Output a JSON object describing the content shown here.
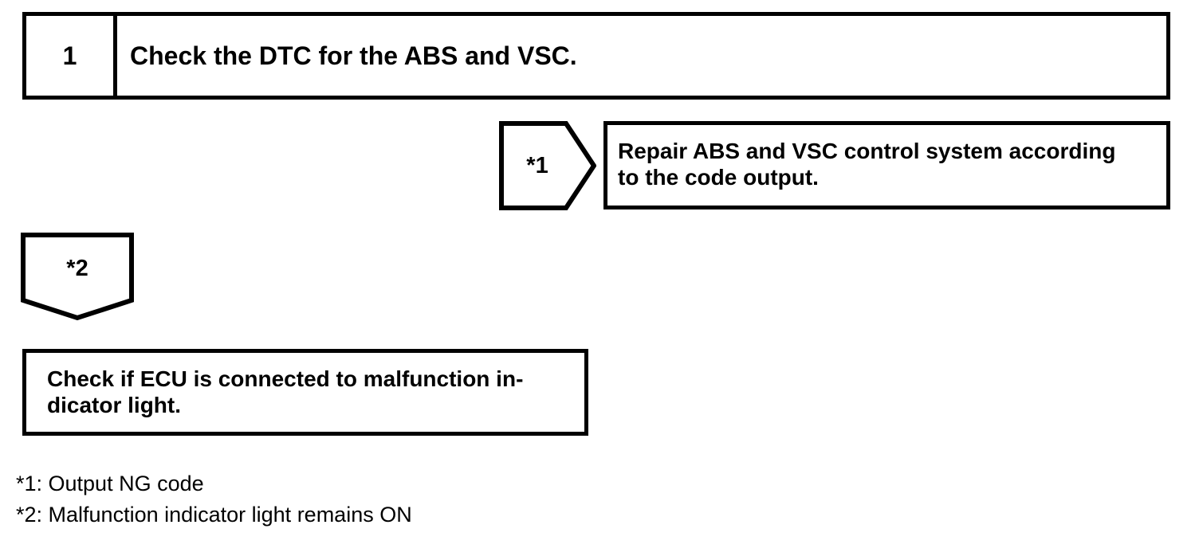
{
  "page": {
    "background": "#ffffff",
    "ink": "#000000"
  },
  "flowchart": {
    "step": {
      "number": "1",
      "title": "Check the DTC for the ABS and VSC."
    },
    "result_branch": {
      "connector_label": "*1",
      "action_lines": {
        "0": "Repair ABS and VSC control system according",
        "1": "to the code output."
      }
    },
    "continue_branch": {
      "connector_label": "*2"
    },
    "next_step": {
      "lines": {
        "0": "Check if ECU is connected to malfunction in-",
        "1": "dicator light."
      }
    },
    "footnotes": {
      "0": "*1: Output NG code",
      "1": "*2: Malfunction indicator light remains ON"
    }
  }
}
